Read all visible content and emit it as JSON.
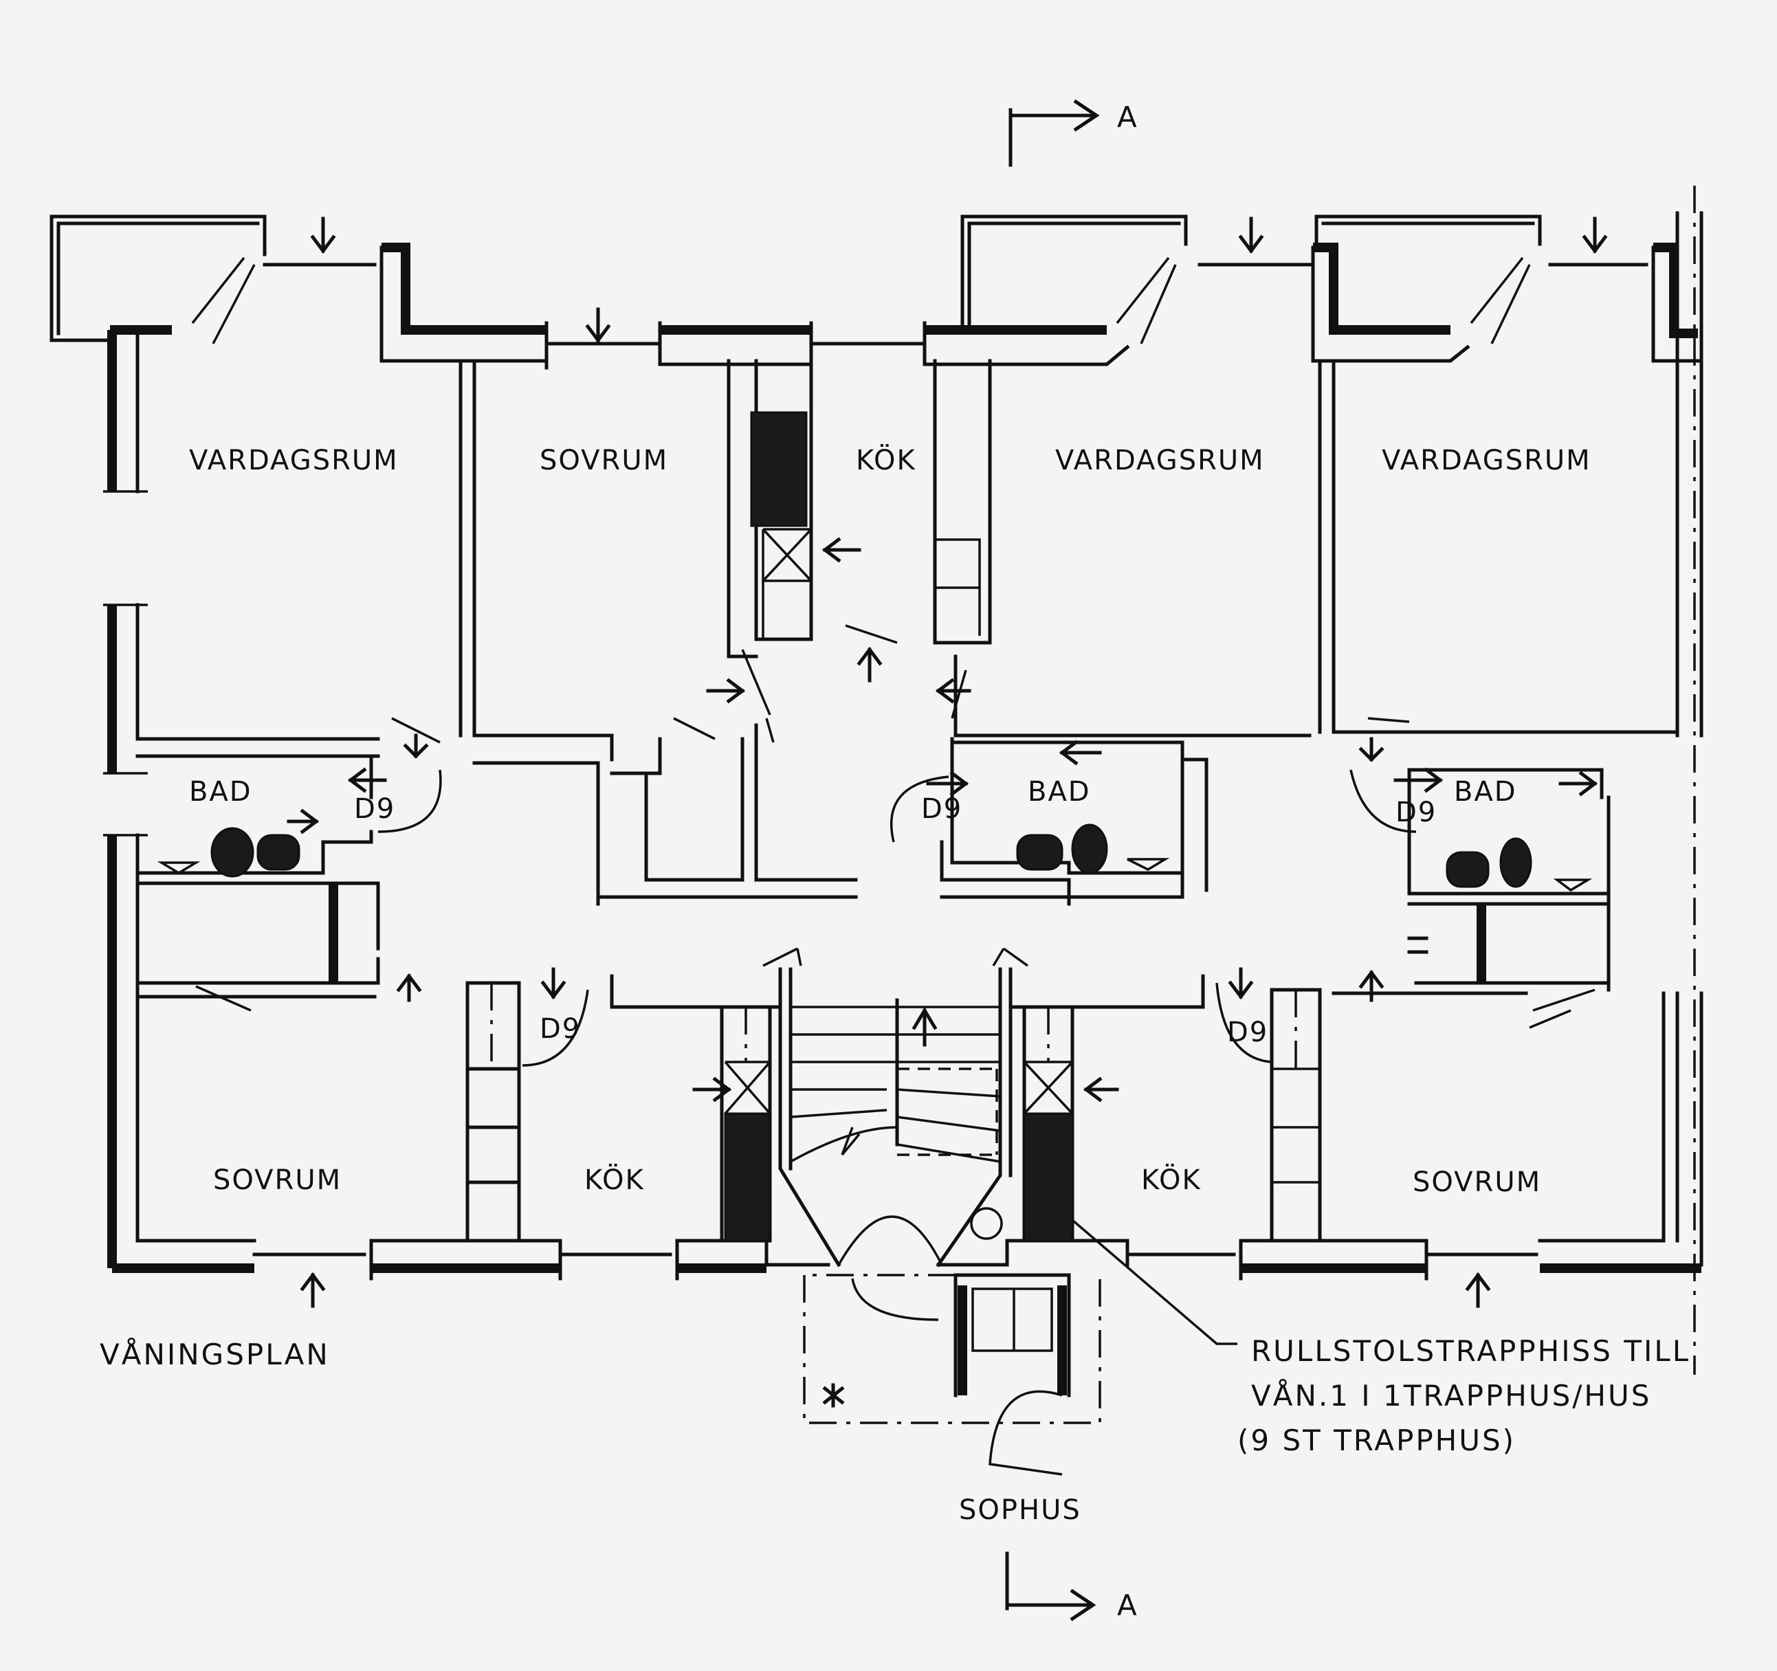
{
  "rooms": {
    "vardagsrum_1": "VARDAGSRUM",
    "sovrum_top": "SOVRUM",
    "kok_top": "KÖK",
    "vardagsrum_2": "VARDAGSRUM",
    "vardagsrum_3": "VARDAGSRUM",
    "bad_1": "BAD",
    "bad_2": "BAD",
    "bad_3": "BAD",
    "sovrum_bl": "SOVRUM",
    "kok_bl": "KÖK",
    "kok_br": "KÖK",
    "sovrum_br": "SOVRUM",
    "sophus": "SOPHUS"
  },
  "doors": {
    "d9_1": "D9",
    "d9_2": "D9",
    "d9_3": "D9",
    "d9_4": "D9",
    "d9_5": "D9"
  },
  "section_marker": {
    "top": "A",
    "bottom": "A"
  },
  "plan_title": "VÅNINGSPLAN",
  "annotation": {
    "line1": "RULLSTOLSTRAPPHISS TILL",
    "line2": "VÅN.1 I 1TRAPPHUS/HUS",
    "line3": "(9 ST TRAPPHUS)"
  }
}
